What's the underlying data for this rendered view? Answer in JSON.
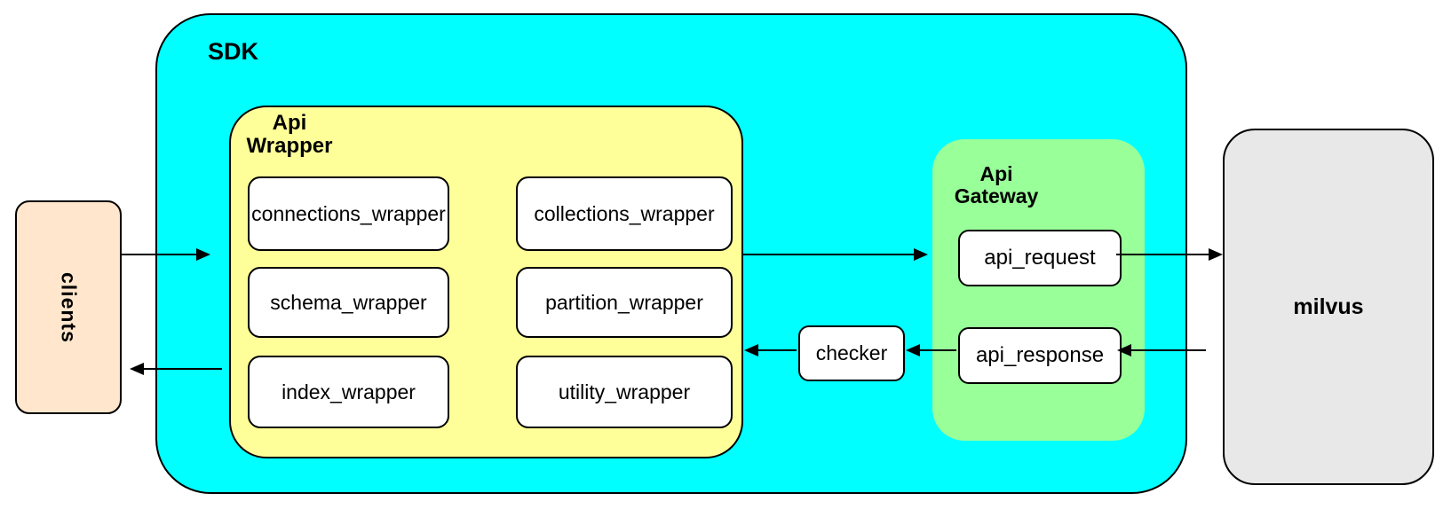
{
  "diagram": {
    "clients": {
      "label": "clients"
    },
    "sdk": {
      "label": "SDK"
    },
    "api_wrapper": {
      "label": "Api\nWrapper",
      "boxes": [
        "connections_wrapper",
        "collections_wrapper",
        "schema_wrapper",
        "partition_wrapper",
        "index_wrapper",
        "utility_wrapper"
      ]
    },
    "checker": {
      "label": "checker"
    },
    "api_gateway": {
      "label": "Api\nGateway",
      "boxes": [
        "api_request",
        "api_response"
      ]
    },
    "milvus": {
      "label": "milvus"
    },
    "colors": {
      "sdk_fill": "#00FFFF",
      "api_wrapper_fill": "#FFFF99",
      "api_gateway_fill": "#99FF99",
      "clients_fill": "#FFE6CC",
      "milvus_fill": "#E8E8E8",
      "node_fill": "#FFFFFF",
      "border": "#000000"
    }
  }
}
